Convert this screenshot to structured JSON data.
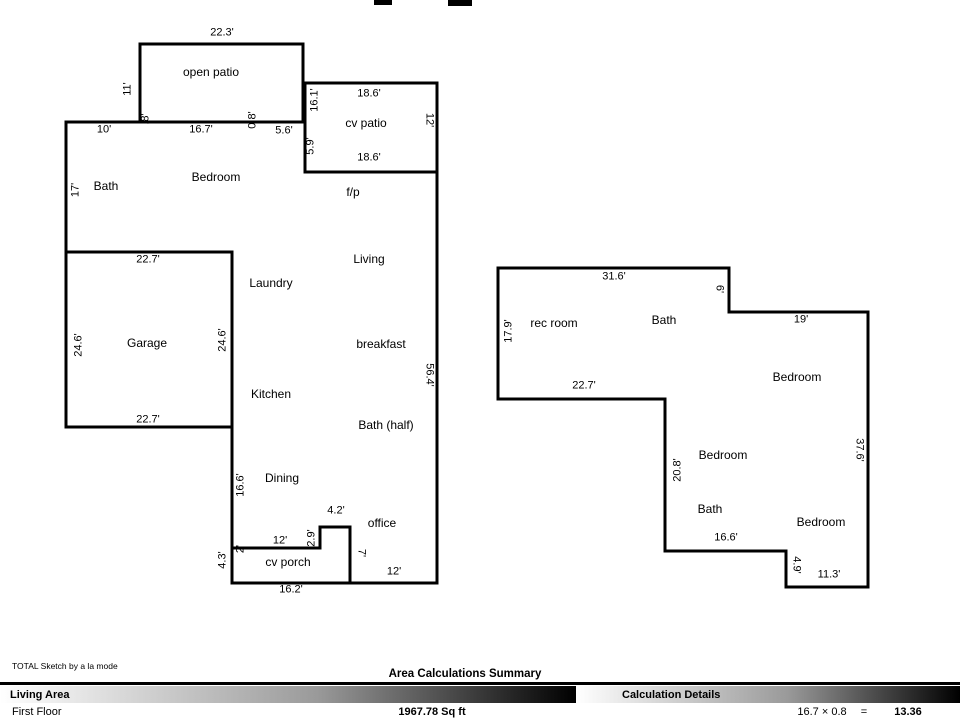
{
  "first_floor": {
    "rooms": {
      "open_patio": "open patio",
      "cv_patio": "cv patio",
      "bath": "Bath",
      "bedroom": "Bedroom",
      "fireplace": "f/p",
      "living": "Living",
      "laundry": "Laundry",
      "garage": "Garage",
      "breakfast": "breakfast",
      "kitchen": "Kitchen",
      "bath_half": "Bath (half)",
      "dining": "Dining",
      "office": "office",
      "cv_porch": "cv porch"
    },
    "dims": {
      "patio_top": "22.3'",
      "patio_left": "11'",
      "top_left": "10'",
      "top_jog_left": ".8'",
      "top_mid": "16.7'",
      "top_jog_right": "0.8'",
      "top_right": "5.6'",
      "cvpatio_left_upper": "16.1'",
      "cvpatio_top": "18.6'",
      "cvpatio_right": "12'",
      "cvpatio_left_lower": "5.9'",
      "cvpatio_bottom": "18.6'",
      "bath_left": "17'",
      "garage_top": "22.7'",
      "garage_left": "24.6'",
      "garage_right": "24.6'",
      "right_wall": "56.4'",
      "garage_bottom": "22.7'",
      "dining_left": "16.6'",
      "office_top": "4.2'",
      "office_step": "2.9'",
      "porch_top": "12'",
      "porch_left": "4.3'",
      "porch_step": "2'",
      "office_left": "7'",
      "office_bottom": "12'",
      "porch_bottom": "16.2'"
    }
  },
  "second_floor": {
    "rooms": {
      "rec_room": "rec room",
      "bath_upper": "Bath",
      "bedroom_right": "Bedroom",
      "bedroom_center": "Bedroom",
      "bath_lower": "Bath",
      "bedroom_bottom": "Bedroom"
    },
    "dims": {
      "top": "31.6'",
      "step_right": "6'",
      "left": "17.9'",
      "upper_right": "19'",
      "mid": "22.7'",
      "center_left": "20.8'",
      "right": "37.6'",
      "bottom_mid": "16.6'",
      "bottom_step": "4.9'",
      "bottom_right": "11.3'"
    }
  },
  "footer": {
    "attribution": "TOTAL Sketch by a la mode",
    "summary_title": "Area Calculations Summary",
    "living_area_header": "Living Area",
    "details_header": "Calculation Details",
    "row": {
      "label": "First Floor",
      "area": "1967.78 Sq ft",
      "expression": "16.7 × 0.8",
      "equals": "=",
      "result": "13.36"
    }
  }
}
